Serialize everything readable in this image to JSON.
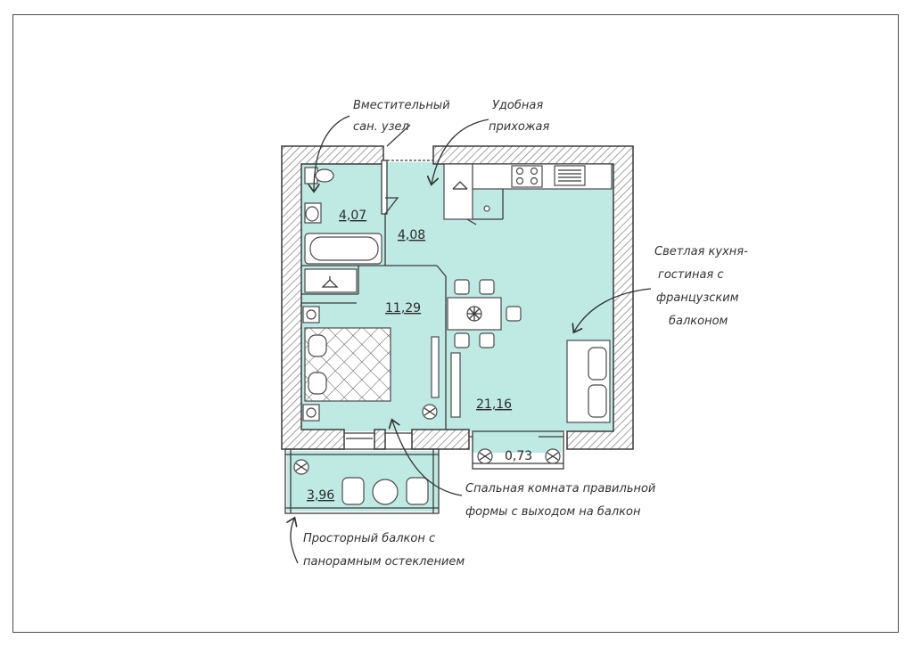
{
  "rooms": {
    "bathroom": {
      "area": "4,07"
    },
    "hallway": {
      "area": "4,08"
    },
    "bedroom": {
      "area": "11,29"
    },
    "kitchen_living": {
      "area": "21,16"
    },
    "french_balcony": {
      "area": "0,73"
    },
    "balcony": {
      "area": "3,96"
    }
  },
  "notes": {
    "bathroom": [
      "Вместительный",
      "сан. узел"
    ],
    "hallway": [
      "Удобная",
      "прихожая"
    ],
    "kitchen": [
      "Светлая кухня-",
      "гостиная  с",
      "французским",
      "балконом"
    ],
    "bedroom": [
      "Спальная комната правильной",
      "формы с выходом на балкон"
    ],
    "balcony": [
      "Просторный балкон с",
      "панорамным  остеклением"
    ]
  },
  "colors": {
    "floor": "#bfeae4",
    "wall_hatch": "#7a7a7a",
    "line": "#3a3a3a"
  }
}
